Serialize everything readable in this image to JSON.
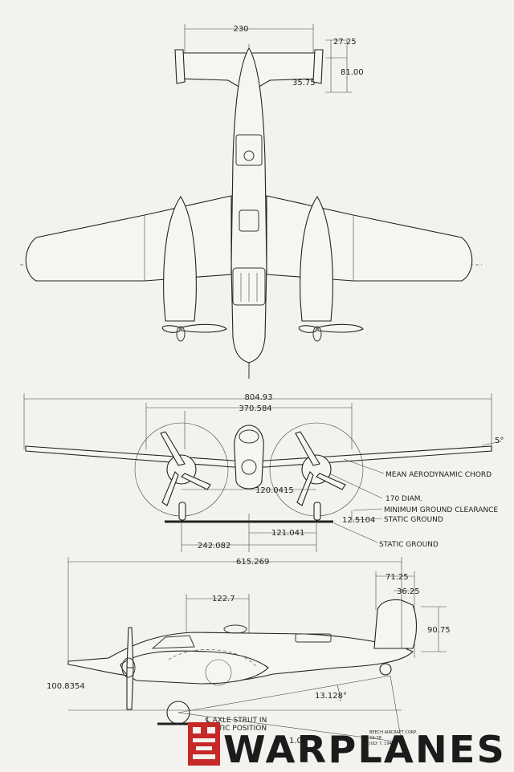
{
  "top_view": {
    "dims": {
      "tail_span": "230",
      "d1": "27.25",
      "d2": "81.00",
      "d3": "35.75"
    }
  },
  "front_view": {
    "dims": {
      "span": "804.93",
      "track": "370.584",
      "dihedral": "5°",
      "hub": "120.0415",
      "gear_half": "121.041",
      "gear_track": "242.082",
      "clearance": "12.5104"
    },
    "callouts": {
      "mac": "MEAN AERODYNAMIC CHORD",
      "prop": "170 DIAM.",
      "min_clear": "MINIMUM GROUND CLEARANCE",
      "static1": "STATIC GROUND",
      "static2": "STATIC GROUND"
    }
  },
  "side_view": {
    "dims": {
      "length": "615.269",
      "nose": "122.7",
      "tail1": "71.25",
      "tail2": "36.25",
      "fin_height": "90.75",
      "height": "100.8354",
      "angle": "13.128°",
      "partial": "1.0"
    },
    "callouts": {
      "axle_1": "℄ AXLE STRUT IN",
      "axle_2": "STATIC POSITION"
    }
  },
  "title_block": {
    "line1": "BEECH AIRCRAFT CORP.",
    "line2": "XA-38",
    "line3": "JULY 7, 1944"
  },
  "watermark": {
    "text": "WARPLANES",
    "logo_color": "#c62828"
  }
}
